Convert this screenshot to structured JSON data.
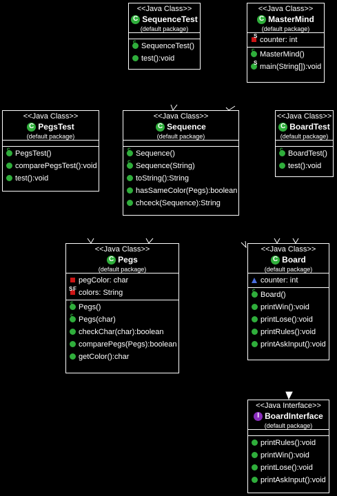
{
  "classes": {
    "sequence_test": {
      "stereotype": "<<Java Class>>",
      "name": "SequenceTest",
      "package": "(default package)",
      "methods": [
        "SequenceTest()",
        "test():void"
      ]
    },
    "master_mind": {
      "stereotype": "<<Java Class>>",
      "name": "MasterMind",
      "package": "(default package)",
      "fields": [
        "counter: int"
      ],
      "methods": [
        "MasterMind()",
        "main(String[]):void"
      ]
    },
    "pegs_test": {
      "stereotype": "<<Java Class>>",
      "name": "PegsTest",
      "package": "(default package)",
      "methods": [
        "PegsTest()",
        "comparePegsTest():void",
        "test():void"
      ]
    },
    "sequence": {
      "stereotype": "<<Java Class>>",
      "name": "Sequence",
      "package": "(default package)",
      "methods": [
        "Sequence()",
        "Sequence(String)",
        "toString():String",
        "hasSameColor(Pegs):boolean",
        "chceck(Sequence):String"
      ]
    },
    "board_test": {
      "stereotype": "<<Java Class>>",
      "name": "BoardTest",
      "package": "(default package)",
      "methods": [
        "BoardTest()",
        "test():void"
      ]
    },
    "pegs": {
      "stereotype": "<<Java Class>>",
      "name": "Pegs",
      "package": "(default package)",
      "fields": [
        "pegColor: char",
        "colors: String"
      ],
      "methods": [
        "Pegs()",
        "Pegs(char)",
        "checkChar(char):boolean",
        "comparePegs(Pegs):boolean",
        "getColor():char"
      ]
    },
    "board": {
      "stereotype": "<<Java Class>>",
      "name": "Board",
      "package": "(default package)",
      "fields": [
        "counter: int"
      ],
      "methods": [
        "Board()",
        "printWin():void",
        "printLose():void",
        "printRules():void",
        "printAskInput():void"
      ]
    },
    "board_interface": {
      "stereotype": "<<Java Interface>>",
      "name": "BoardInterface",
      "package": "(default package)",
      "methods": [
        "printRules():void",
        "printWin():void",
        "printLose():void",
        "printAskInput():void"
      ]
    }
  },
  "badges": {
    "class": "C",
    "interface": "I"
  },
  "modifiers": {
    "static": "S",
    "final": "F"
  },
  "icons": {
    "method-public": "green-circle-icon",
    "constructor": "green-constructor-icon",
    "field-private": "red-square-icon",
    "field-package": "blue-triangle-icon"
  },
  "colors": {
    "class_badge": "#2fae3b",
    "interface_badge": "#8a2dbd",
    "private": "#cc1515",
    "package": "#4a6fe0"
  }
}
